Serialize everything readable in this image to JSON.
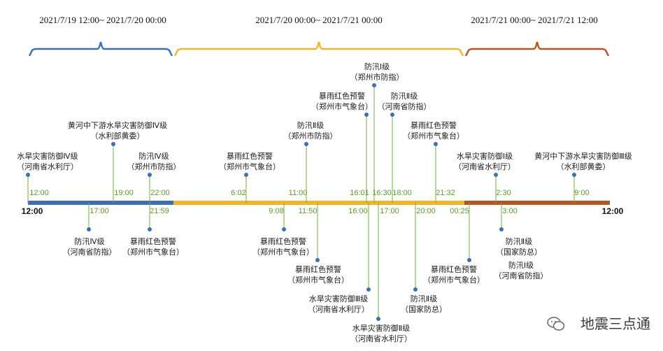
{
  "periods": [
    {
      "label": "2021/7/19 12:00~ 2021/7/20 00:00",
      "color": "#3f6fb3"
    },
    {
      "label": "2021/7/20 00:00~ 2021/7/21 00:00",
      "color": "#f0b629"
    },
    {
      "label": "2021/7/21 00:00~ 2021/7/21 12:00",
      "color": "#b55521"
    }
  ],
  "axis": {
    "start_label": "12:00",
    "end_label": "12:00"
  },
  "events_above": [
    {
      "id": "a1",
      "line1": "水旱灾害防御Ⅳ级",
      "line2": "（河南省水利厅）",
      "time": "12:00"
    },
    {
      "id": "a2",
      "line1": "黄河中下游水旱灾害防御Ⅳ级",
      "line2": "（水利部黄委）",
      "time": "19:00"
    },
    {
      "id": "a3",
      "line1": "防汛Ⅳ级",
      "line2": "（郑州市防指）",
      "time": "22:00"
    },
    {
      "id": "a4",
      "line1": "暴雨红色预警",
      "line2": "（郑州市气象台）",
      "time": "6:02"
    },
    {
      "id": "a5",
      "line1": "防汛Ⅱ级",
      "line2": "（郑州市防指）",
      "time": "11:00"
    },
    {
      "id": "a6",
      "line1": "暴雨红色预警",
      "line2": "（郑州市气象台）",
      "time": "16:01"
    },
    {
      "id": "a7",
      "line1": "防汛Ⅰ级",
      "line2": "（郑州市防指）",
      "time": "16:30"
    },
    {
      "id": "a8",
      "line1": "防汛Ⅱ级",
      "line2": "（河南省防指）",
      "time": "18:00"
    },
    {
      "id": "a9",
      "line1": "暴雨红色预警",
      "line2": "（郑州市气象台）",
      "time": "21:32"
    },
    {
      "id": "a10",
      "line1": "水旱灾害防御Ⅰ级",
      "line2": "（河南省水利厅）",
      "time": "2:30"
    },
    {
      "id": "a11",
      "line1": "黄河中下游水旱灾害防御Ⅲ级",
      "line2": "（水利部黄委）",
      "time": "9:00"
    }
  ],
  "events_below": [
    {
      "id": "b1",
      "line1": "防汛Ⅳ级",
      "line2": "（河南省防指）",
      "time": "17:00"
    },
    {
      "id": "b2",
      "line1": "暴雨红色预警",
      "line2": "（郑州市气象台）",
      "time": "21:59"
    },
    {
      "id": "b3",
      "line1": "暴雨红色预警",
      "line2": "（郑州市气象台）",
      "time": "9:08"
    },
    {
      "id": "b4",
      "line1": "暴雨红色预警",
      "line2": "（郑州市气象台）",
      "time": "11:50"
    },
    {
      "id": "b5",
      "line1": "水旱灾害防御Ⅲ级",
      "line2": "（河南省水利厅）",
      "time": "16:00"
    },
    {
      "id": "b6",
      "line1": "水旱灾害防御Ⅱ级",
      "line2": "（河南省水利厅）",
      "time": "17:00"
    },
    {
      "id": "b7",
      "line1": "防汛Ⅱ级",
      "line2": "（国家防总）",
      "time": "20:00"
    },
    {
      "id": "b8",
      "line1": "暴雨红色预警",
      "line2": "（郑州市气象台）",
      "time": "00:25"
    },
    {
      "id": "b9",
      "line1": "防汛Ⅱ级",
      "line2": "（国家防总）",
      "time": "3:00"
    },
    {
      "id": "b10",
      "line1": "防汛Ⅰ级",
      "line2": "（河南省防指）",
      "time": ""
    }
  ],
  "watermark": "地震三点通"
}
